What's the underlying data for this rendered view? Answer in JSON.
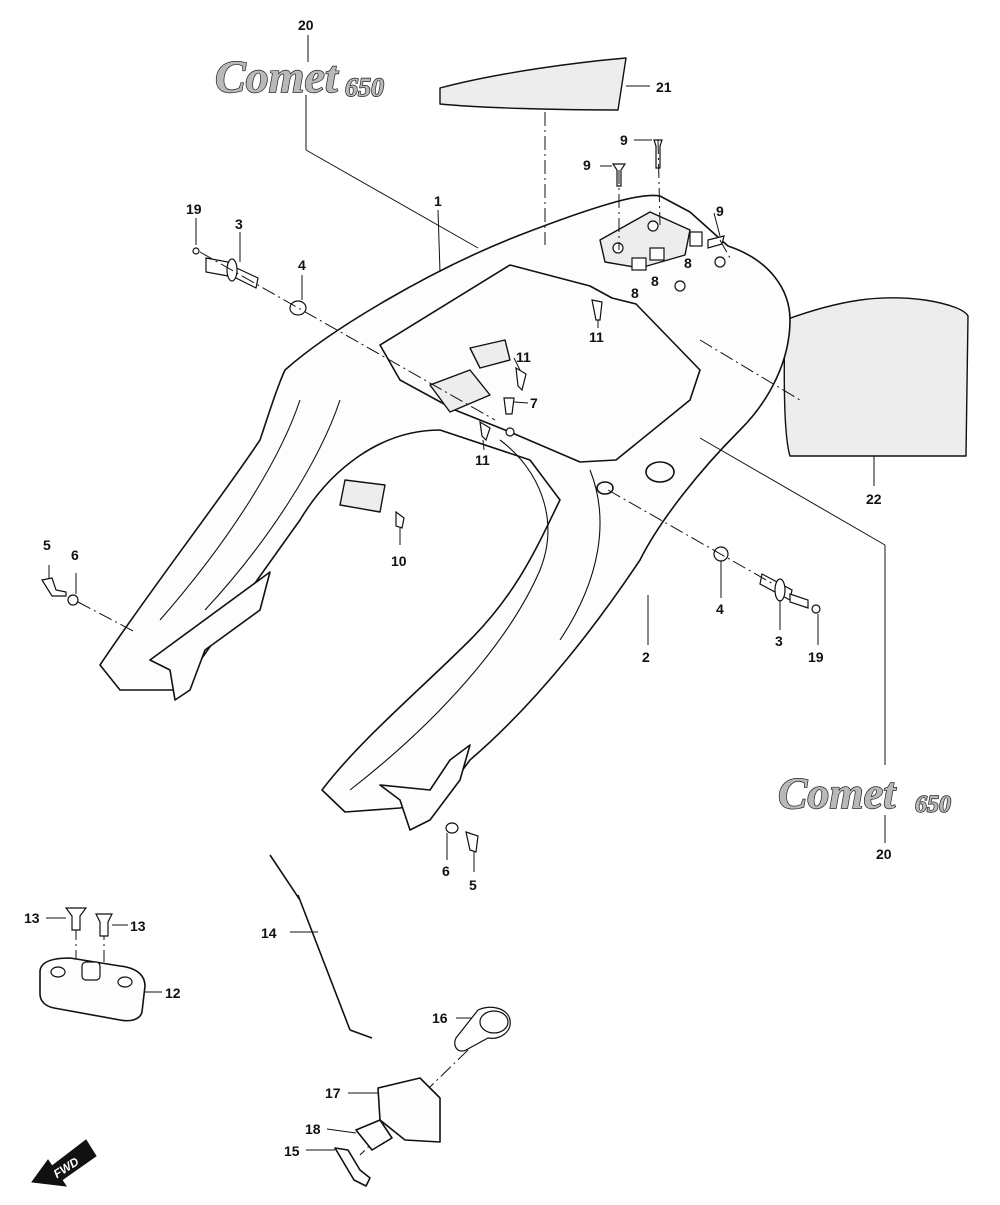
{
  "logo": {
    "text": "Comet",
    "model": "650"
  },
  "fwd_label": "FWD",
  "callouts": [
    {
      "id": "c20a",
      "text": "20"
    },
    {
      "id": "c21",
      "text": "21"
    },
    {
      "id": "c1",
      "text": "1"
    },
    {
      "id": "c19a",
      "text": "19"
    },
    {
      "id": "c3a",
      "text": "3"
    },
    {
      "id": "c4a",
      "text": "4"
    },
    {
      "id": "c9a",
      "text": "9"
    },
    {
      "id": "c9b",
      "text": "9"
    },
    {
      "id": "c9c",
      "text": "9"
    },
    {
      "id": "c8a",
      "text": "8"
    },
    {
      "id": "c8b",
      "text": "8"
    },
    {
      "id": "c8c",
      "text": "8"
    },
    {
      "id": "c11a",
      "text": "11"
    },
    {
      "id": "c11b",
      "text": "11"
    },
    {
      "id": "c7",
      "text": "7"
    },
    {
      "id": "c11c",
      "text": "11"
    },
    {
      "id": "c10",
      "text": "10"
    },
    {
      "id": "c5a",
      "text": "5"
    },
    {
      "id": "c6a",
      "text": "6"
    },
    {
      "id": "c22",
      "text": "22"
    },
    {
      "id": "c4b",
      "text": "4"
    },
    {
      "id": "c3b",
      "text": "3"
    },
    {
      "id": "c19b",
      "text": "19"
    },
    {
      "id": "c2",
      "text": "2"
    },
    {
      "id": "c6b",
      "text": "6"
    },
    {
      "id": "c5b",
      "text": "5"
    },
    {
      "id": "c20b",
      "text": "20"
    },
    {
      "id": "c13a",
      "text": "13"
    },
    {
      "id": "c13b",
      "text": "13"
    },
    {
      "id": "c14",
      "text": "14"
    },
    {
      "id": "c12",
      "text": "12"
    },
    {
      "id": "c16",
      "text": "16"
    },
    {
      "id": "c17",
      "text": "17"
    },
    {
      "id": "c18",
      "text": "18"
    },
    {
      "id": "c15",
      "text": "15"
    }
  ]
}
